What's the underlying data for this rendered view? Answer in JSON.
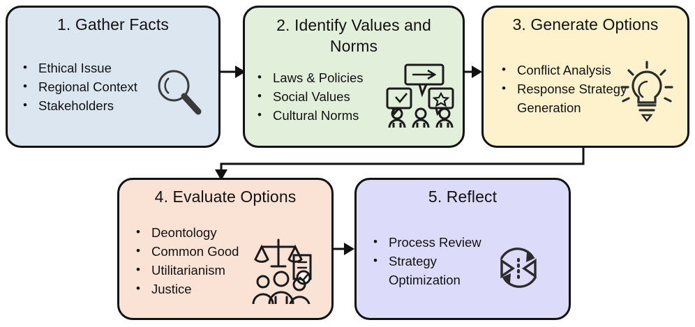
{
  "diagram": {
    "title": "Five-step ethical decision-making workflow",
    "type": "flowchart",
    "nodes": [
      {
        "id": "node-1",
        "title": "1. Gather Facts",
        "fill": "#dce6f1",
        "icon": "magnifying-glass-icon",
        "bullets": [
          {
            "text": "Ethical Issue",
            "bulleted": true
          },
          {
            "text": "Regional Context",
            "bulleted": true
          },
          {
            "text": "Stakeholders",
            "bulleted": true
          }
        ]
      },
      {
        "id": "node-2",
        "title": "2. Identify Values and Norms",
        "fill": "#e2efda",
        "icon": "people-speech-bubbles-icon",
        "bullets": [
          {
            "text": "Laws & Policies",
            "bulleted": true
          },
          {
            "text": "Social Values",
            "bulleted": true
          },
          {
            "text": "Cultural Norms",
            "bulleted": true
          }
        ]
      },
      {
        "id": "node-3",
        "title": "3. Generate Options",
        "fill": "#fdf2cc",
        "icon": "lightbulb-icon",
        "bullets": [
          {
            "text": "Conflict Analysis",
            "bulleted": true
          },
          {
            "text": "Response Strategy",
            "bulleted": true
          },
          {
            "text": "Generation",
            "bulleted": false
          }
        ]
      },
      {
        "id": "node-4",
        "title": "4. Evaluate Options",
        "fill": "#fae3d5",
        "icon": "scales-people-checklist-icon",
        "bullets": [
          {
            "text": "Deontology",
            "bulleted": true
          },
          {
            "text": "Common Good",
            "bulleted": true
          },
          {
            "text": "Utilitarianism",
            "bulleted": true
          },
          {
            "text": "Justice",
            "bulleted": true
          }
        ]
      },
      {
        "id": "node-5",
        "title": "5. Reflect",
        "fill": "#dcdcfa",
        "icon": "cycle-review-icon",
        "bullets": [
          {
            "text": "Process Review",
            "bulleted": true
          },
          {
            "text": "Strategy",
            "bulleted": true
          },
          {
            "text": "Optimization",
            "bulleted": false
          }
        ]
      }
    ],
    "connectors": [
      {
        "id": "conn-1-2",
        "from": "node-1",
        "to": "node-2",
        "shape": "straight-right"
      },
      {
        "id": "conn-2-3",
        "from": "node-2",
        "to": "node-3",
        "shape": "straight-right"
      },
      {
        "id": "conn-3-4",
        "from": "node-3",
        "to": "node-4",
        "shape": "elbow-down-left-down"
      },
      {
        "id": "conn-4-5",
        "from": "node-4",
        "to": "node-5",
        "shape": "straight-right"
      }
    ],
    "colors": {
      "outline": "#111111",
      "text": "#111111",
      "background": "#ffffff"
    }
  }
}
